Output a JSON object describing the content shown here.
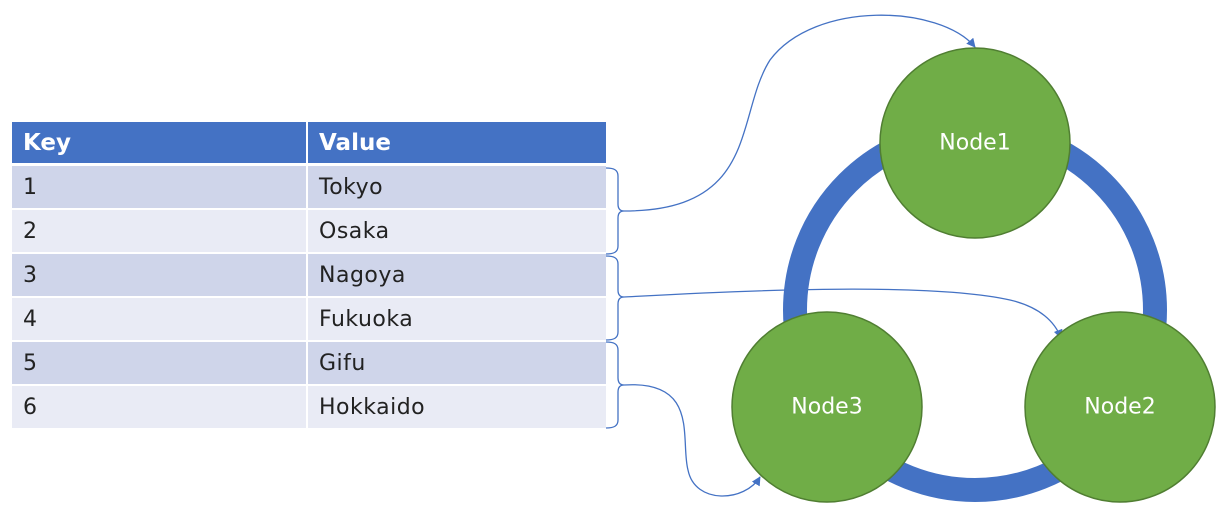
{
  "table": {
    "headers": {
      "key": "Key",
      "value": "Value"
    },
    "rows": [
      {
        "key": "1",
        "value": "Tokyo"
      },
      {
        "key": "2",
        "value": "Osaka"
      },
      {
        "key": "3",
        "value": "Nagoya"
      },
      {
        "key": "4",
        "value": "Fukuoka"
      },
      {
        "key": "5",
        "value": "Gifu"
      },
      {
        "key": "6",
        "value": "Hokkaido"
      }
    ]
  },
  "nodes": {
    "node1": "Node1",
    "node2": "Node2",
    "node3": "Node3"
  },
  "colors": {
    "header": "#4472c4",
    "row_odd": "#cfd5ea",
    "row_even": "#e9ebf5",
    "ring": "#4472c4",
    "node_fill": "#70ad47",
    "node_stroke": "#507e32",
    "connector": "#4472c4"
  }
}
